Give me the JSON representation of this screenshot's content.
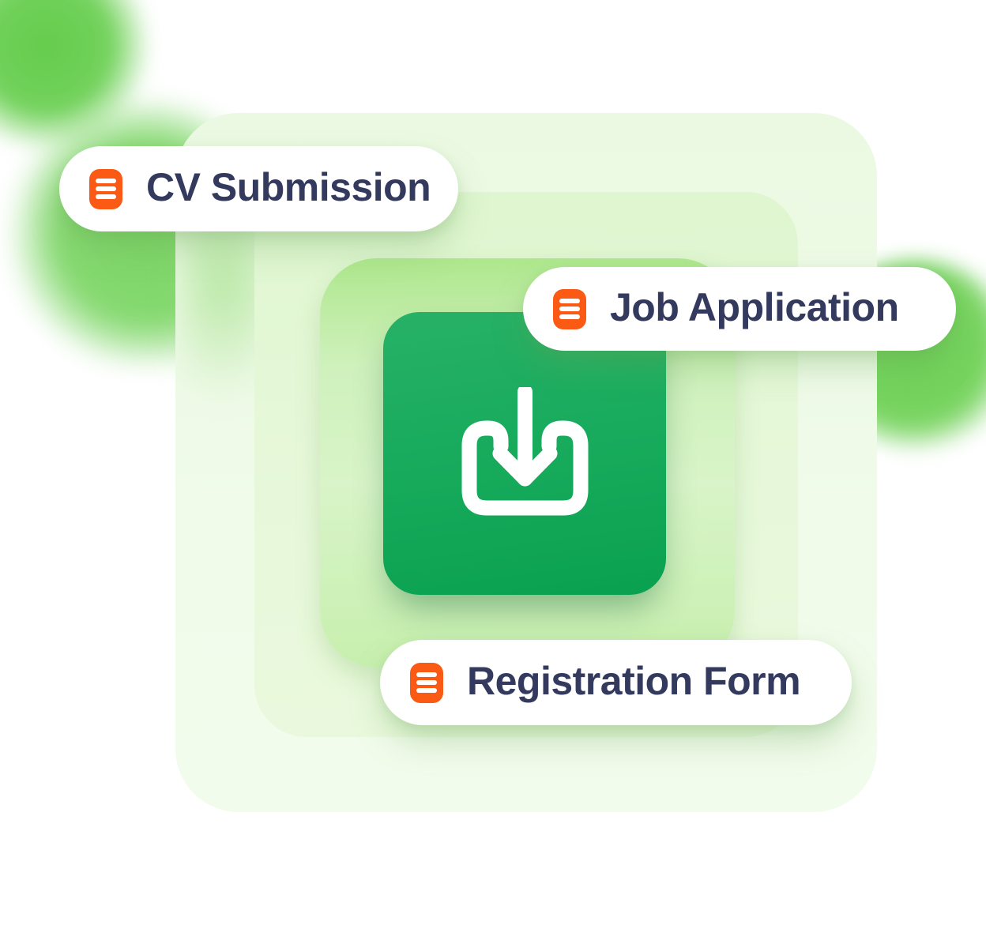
{
  "illustration": {
    "pills": [
      {
        "label": "CV Submission",
        "icon": "document-lines-icon"
      },
      {
        "label": "Job Application",
        "icon": "document-lines-icon"
      },
      {
        "label": "Registration Form",
        "icon": "document-lines-icon"
      }
    ],
    "center_tile": {
      "icon": "download-tray-icon"
    },
    "colors": {
      "accent_orange": "#FB5A15",
      "label_text": "#333A5E",
      "tile_green_start": "#27B167",
      "tile_green_end": "#09A150",
      "blob_green": "#74D25D",
      "ring_outer": "#EEFAE6",
      "ring_middle": "#E2F6D4",
      "ring_inner": "#C9EFB2",
      "icon_stroke": "#FFFFFF"
    }
  }
}
